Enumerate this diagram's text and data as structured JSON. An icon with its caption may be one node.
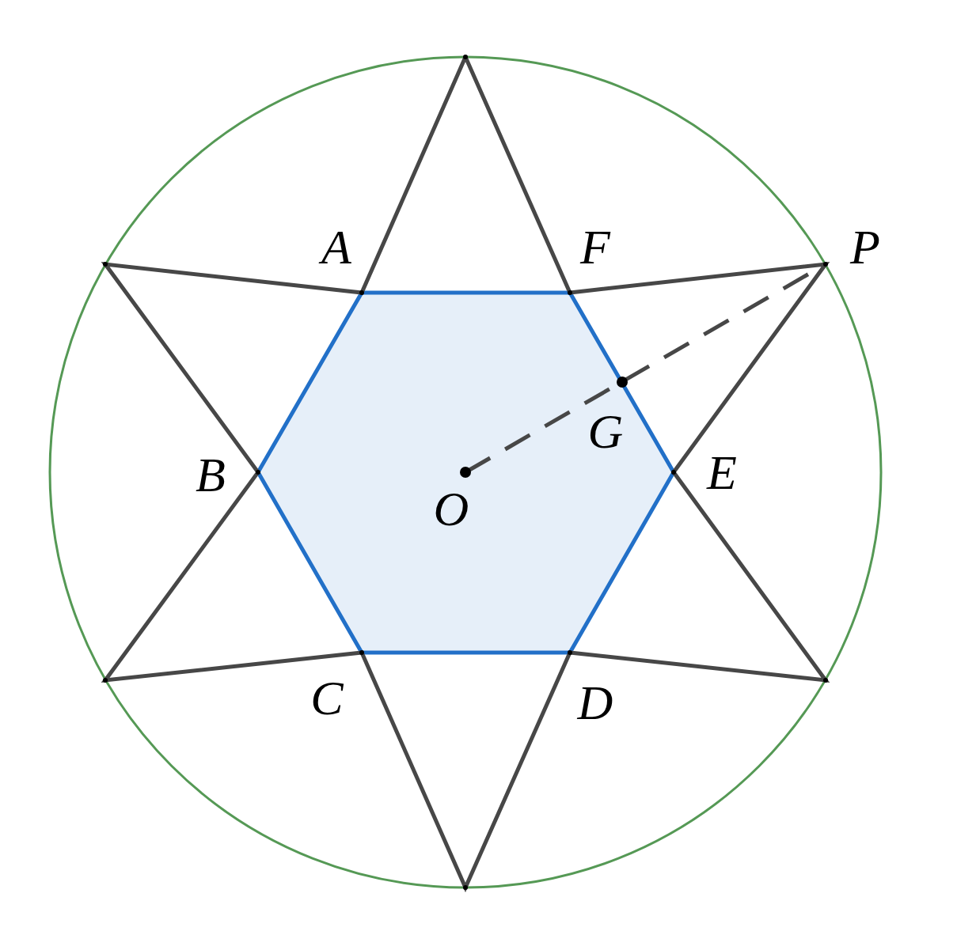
{
  "diagram": {
    "labels": [
      "A",
      "F",
      "P",
      "G",
      "B",
      "E",
      "O",
      "C",
      "D"
    ]
  }
}
